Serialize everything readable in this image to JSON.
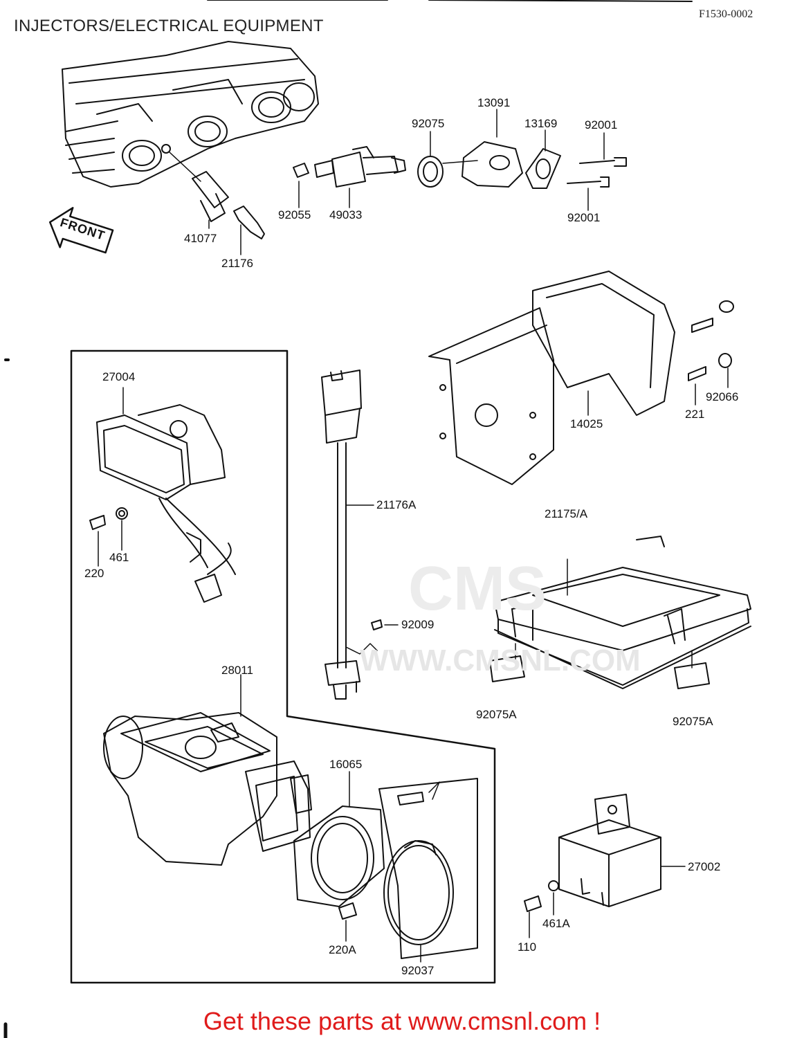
{
  "header": {
    "title": "INJECTORS/ELECTRICAL EQUIPMENT",
    "code": "F1530-0002"
  },
  "watermark": {
    "brand": "CMS",
    "url": "WWW.CMSNL.COM"
  },
  "front_label": "FRONT",
  "parts": [
    {
      "id": "p41077",
      "label": "41077"
    },
    {
      "id": "p21176",
      "label": "21176"
    },
    {
      "id": "p92055",
      "label": "92055"
    },
    {
      "id": "p49033",
      "label": "49033"
    },
    {
      "id": "p92075",
      "label": "92075"
    },
    {
      "id": "p13091",
      "label": "13091"
    },
    {
      "id": "p13169",
      "label": "13169"
    },
    {
      "id": "p92001a",
      "label": "92001"
    },
    {
      "id": "p92001b",
      "label": "92001"
    },
    {
      "id": "p14025",
      "label": "14025"
    },
    {
      "id": "p221",
      "label": "221"
    },
    {
      "id": "p92066",
      "label": "92066"
    },
    {
      "id": "p27004",
      "label": "27004"
    },
    {
      "id": "p220",
      "label": "220"
    },
    {
      "id": "p461",
      "label": "461"
    },
    {
      "id": "p21176A",
      "label": "21176A"
    },
    {
      "id": "p92009",
      "label": "92009"
    },
    {
      "id": "p21175A",
      "label": "21175/A"
    },
    {
      "id": "p92075A1",
      "label": "92075A"
    },
    {
      "id": "p92075A2",
      "label": "92075A"
    },
    {
      "id": "p28011",
      "label": "28011"
    },
    {
      "id": "p16065",
      "label": "16065"
    },
    {
      "id": "p220A",
      "label": "220A"
    },
    {
      "id": "p92037",
      "label": "92037"
    },
    {
      "id": "p27002",
      "label": "27002"
    },
    {
      "id": "p110",
      "label": "110"
    },
    {
      "id": "p461A",
      "label": "461A"
    }
  ],
  "footer": "Get these parts at www.cmsnl.com !"
}
